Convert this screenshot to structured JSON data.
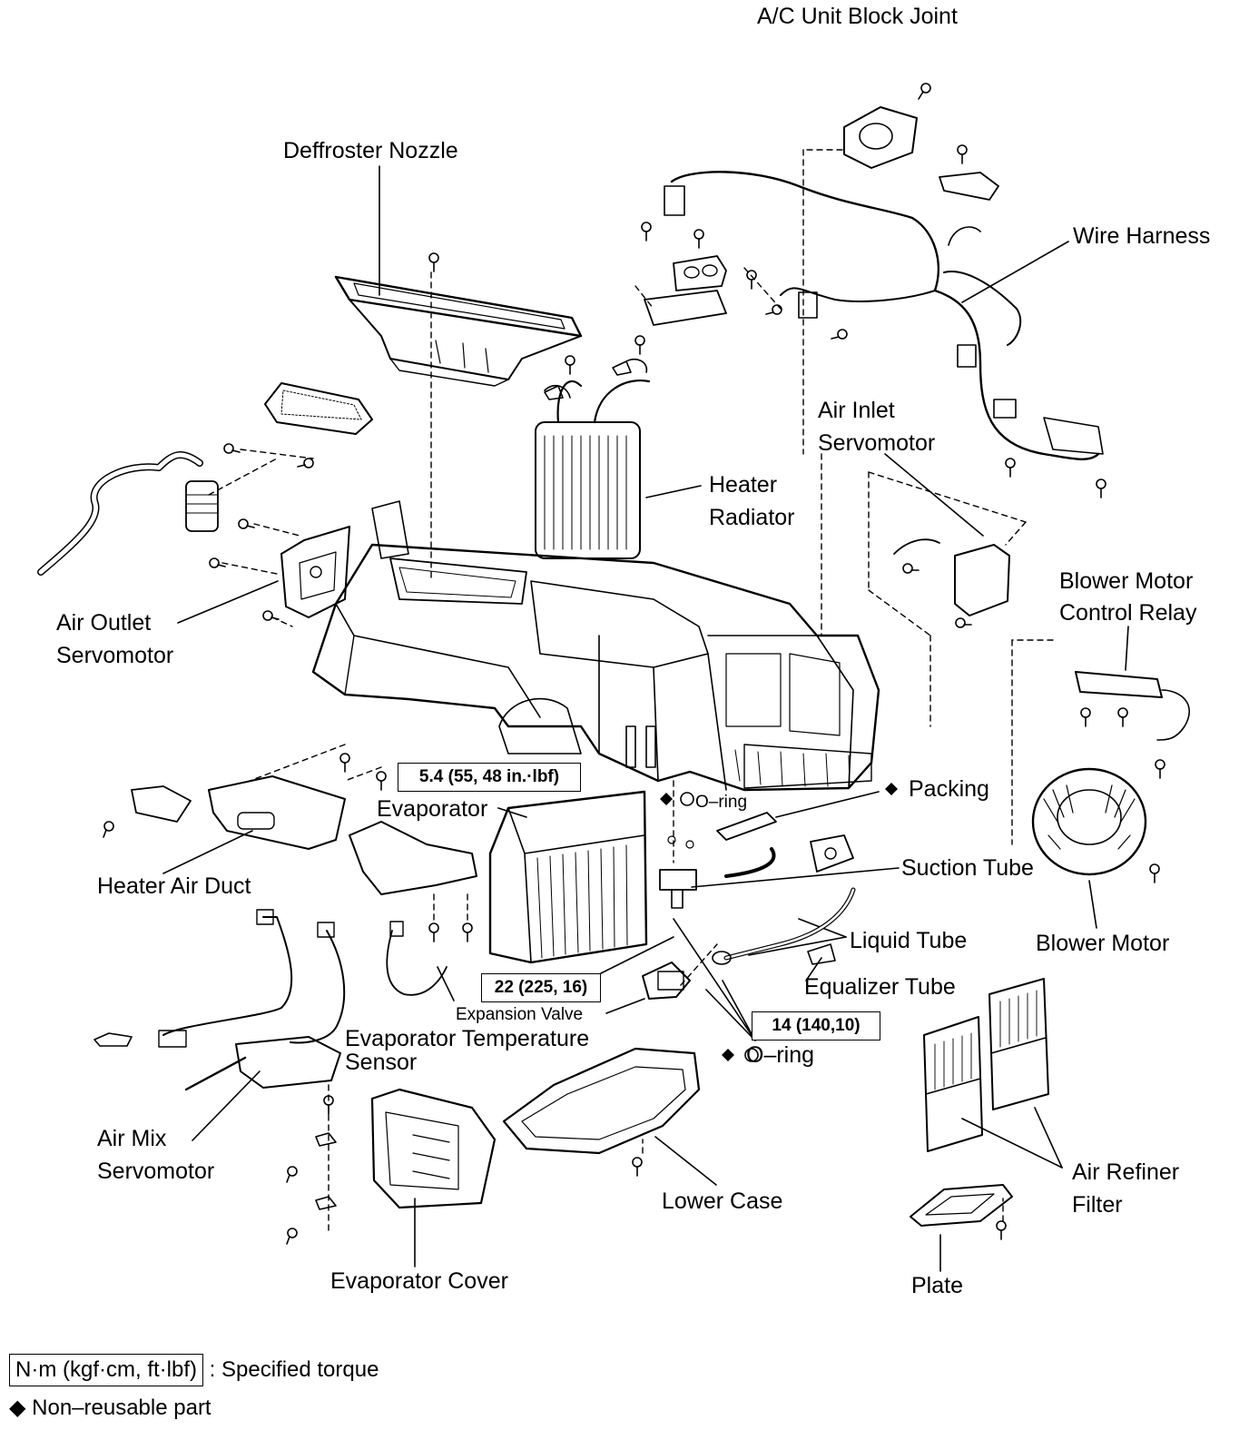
{
  "labels": {
    "ac_unit_block_joint": "A/C Unit Block Joint",
    "deffroster_nozzle": "Deffroster Nozzle",
    "wire_harness": "Wire Harness",
    "air_inlet_servomotor": [
      "Air Inlet",
      "Servomotor"
    ],
    "heater_radiator": [
      "Heater",
      "Radiator"
    ],
    "blower_motor_control_relay": [
      "Blower Motor",
      "Control Relay"
    ],
    "air_outlet_servomotor": [
      "Air Outlet",
      "Servomotor"
    ],
    "evaporator": "Evaporator",
    "o_ring_top": "O–ring",
    "packing": "Packing",
    "heater_air_duct": "Heater Air Duct",
    "suction_tube": "Suction Tube",
    "liquid_tube": "Liquid Tube",
    "blower_motor": "Blower Motor",
    "equalizer_tube": "Equalizer Tube",
    "expansion_valve": "Expansion Valve",
    "evaporator_temperature_sensor": [
      "Evaporator Temperature",
      "Sensor"
    ],
    "o_ring_bottom": "O–ring",
    "air_mix_servomotor": [
      "Air Mix",
      "Servomotor"
    ],
    "lower_case": "Lower Case",
    "air_refiner_filter": [
      "Air Refiner",
      "Filter"
    ],
    "evaporator_cover": "Evaporator Cover",
    "plate": "Plate"
  },
  "torques": {
    "evaporator_bolt": "5.4 (55, 48 in.·lbf)",
    "expansion_valve": "22 (225, 16)",
    "liquid_tube": "14 (140,10)"
  },
  "legend": {
    "torque_unit": "N·m (kgf·cm, ft·lbf)",
    "torque_text": ": Specified torque",
    "non_reusable_symbol": "◆",
    "non_reusable_text": "Non–reusable part"
  }
}
